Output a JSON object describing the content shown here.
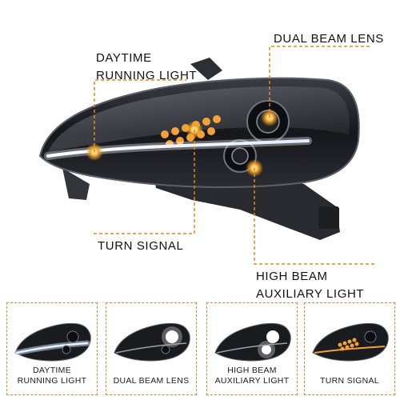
{
  "callouts": {
    "drl": {
      "line1": "DAYTIME",
      "line2": "RUNNING LIGHT"
    },
    "dual_beam": {
      "label": "DUAL BEAM LENS"
    },
    "turn_signal": {
      "label": "TURN SIGNAL"
    },
    "high_beam": {
      "line1": "HIGH BEAM",
      "line2": "AUXILIARY LIGHT"
    }
  },
  "thumbnails": [
    {
      "line1": "DAYTIME",
      "line2": "RUNNING LIGHT"
    },
    {
      "line1": "DUAL BEAM LENS",
      "line2": ""
    },
    {
      "line1": "HIGH BEAM",
      "line2": "AUXILIARY LIGHT"
    },
    {
      "line1": "TURN SIGNAL",
      "line2": ""
    }
  ],
  "colors": {
    "accent": "#e08a1c",
    "dashed_border": "#c98a3e",
    "housing": "#1b1c20",
    "text": "#111111"
  }
}
